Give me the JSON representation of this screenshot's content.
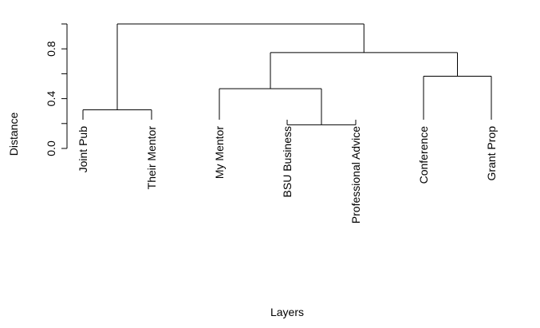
{
  "chart_data": {
    "type": "dendrogram",
    "title": "",
    "xlabel": "Layers",
    "ylabel": "Distance",
    "ylim": [
      0,
      1.0
    ],
    "y_ticks": [
      "0.0",
      "0.4",
      "0.8"
    ],
    "y_tick_values": [
      0.0,
      0.4,
      0.8
    ],
    "leaves": [
      "Joint Pub",
      "Their Mentor",
      "My Mentor",
      "BSU Business",
      "Professional Advice",
      "Conference",
      "Grant Prop"
    ],
    "merges": [
      {
        "left": "Joint Pub",
        "right": "Their Mentor",
        "height": 0.31
      },
      {
        "left": "BSU Business",
        "right": "Professional Advice",
        "height": 0.19
      },
      {
        "left": "My Mentor",
        "right": "BSU Business + Professional Advice",
        "height": 0.48
      },
      {
        "left": "Conference",
        "right": "Grant Prop",
        "height": 0.58
      },
      {
        "left": "My Mentor + BSU Business + Professional Advice",
        "right": "Conference + Grant Prop",
        "height": 0.77
      },
      {
        "left": "Joint Pub + Their Mentor",
        "right": "all others",
        "height": 1.0
      }
    ],
    "line_color": "#000000"
  }
}
